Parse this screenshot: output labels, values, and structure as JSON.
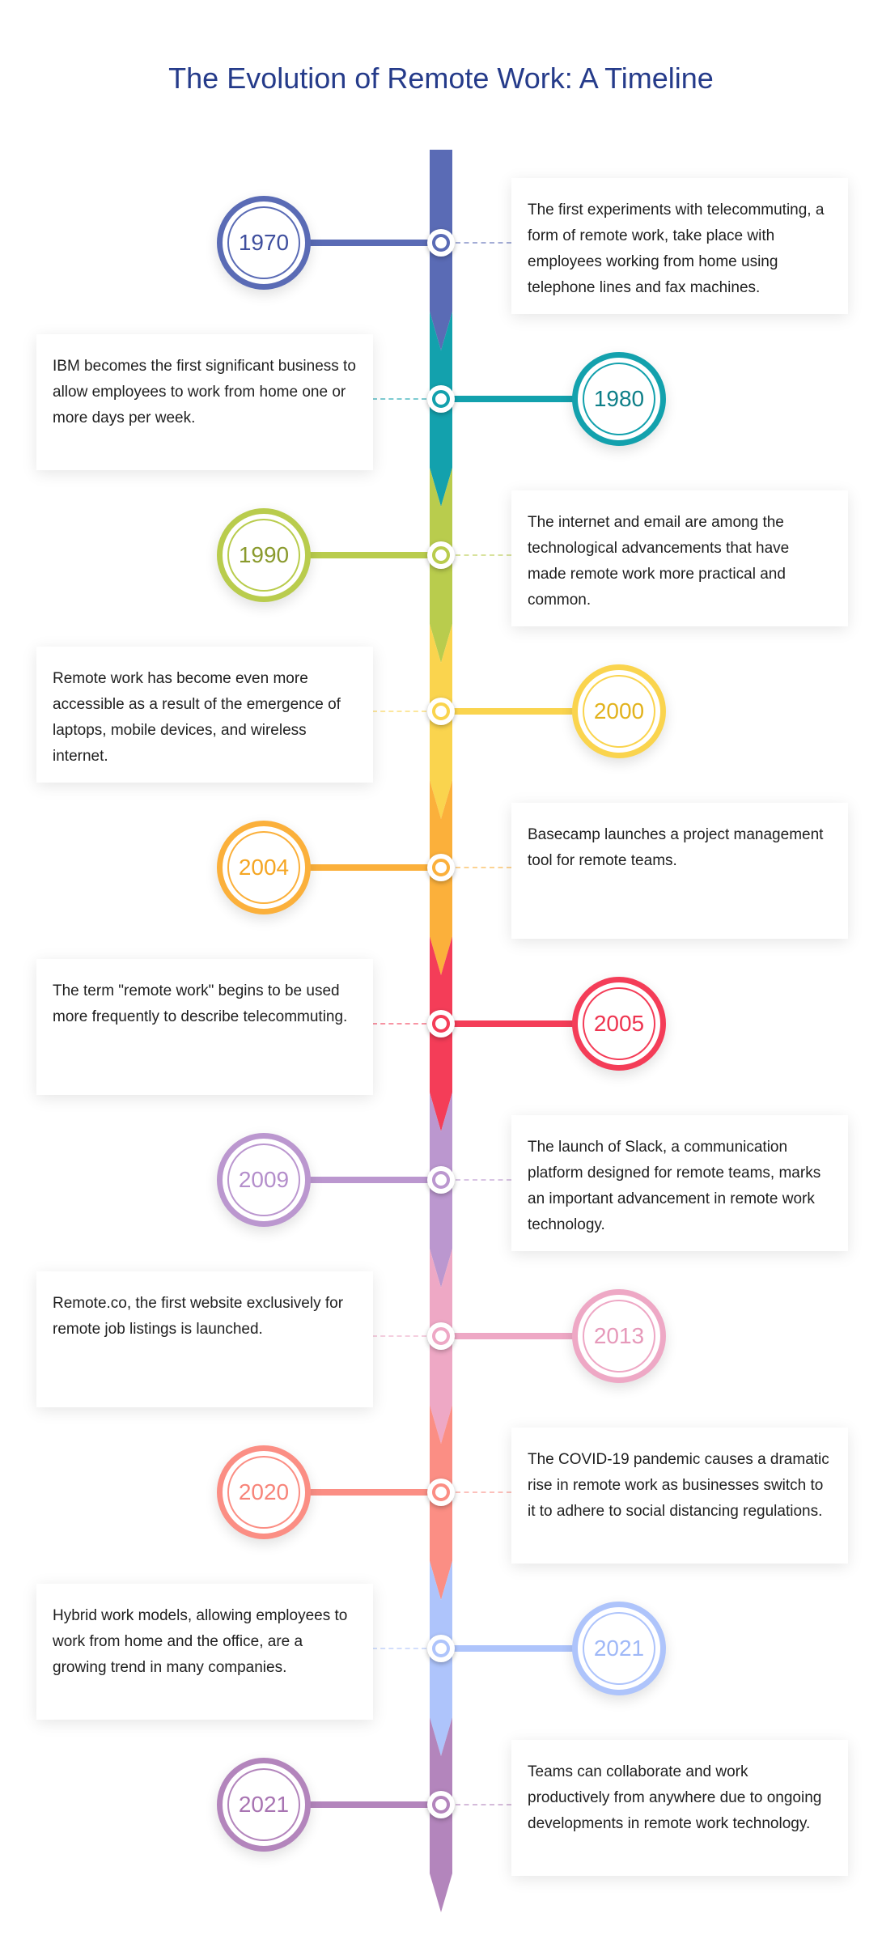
{
  "title": "The Evolution of Remote Work: A Timeline",
  "events": [
    {
      "year": "1970",
      "color": "#5a6bb5",
      "text_color": "#3f4f9e",
      "text": "The first experiments with telecommuting, a form of remote work, take place with employees working from home using telephone lines and fax machines."
    },
    {
      "year": "1980",
      "color": "#13a1ad",
      "text_color": "#0e7f88",
      "text": "IBM becomes the first significant business to allow employees to work from home one or more days per week."
    },
    {
      "year": "1990",
      "color": "#b9cc4d",
      "text_color": "#8a9a2d",
      "text": "The internet and email are among the technological advancements that have made remote work more practical and common."
    },
    {
      "year": "2000",
      "color": "#fad44e",
      "text_color": "#e2b21c",
      "text": "Remote work has become even more accessible as a result of the emergence of laptops, mobile devices, and wireless internet."
    },
    {
      "year": "2004",
      "color": "#fbb03b",
      "text_color": "#f5a623",
      "text": "Basecamp launches a project management tool for remote teams."
    },
    {
      "year": "2005",
      "color": "#f43d58",
      "text_color": "#ee3450",
      "text": "The term \"remote work\" begins to be used more frequently to describe telecommuting."
    },
    {
      "year": "2009",
      "color": "#bb97cf",
      "text_color": "#b48ecb",
      "text": "The launch of Slack, a communication platform designed for remote teams, marks an important advancement in remote work technology."
    },
    {
      "year": "2013",
      "color": "#eea8c5",
      "text_color": "#e699ba",
      "text": "Remote.co, the first website exclusively for remote job listings is launched."
    },
    {
      "year": "2020",
      "color": "#fb8e84",
      "text_color": "#f78479",
      "text": "The COVID-19 pandemic causes a dramatic rise in remote work as businesses switch to it to adhere to social distancing regulations."
    },
    {
      "year": "2021",
      "color": "#aec4fb",
      "text_color": "#9fb8f7",
      "text": "Hybrid work models, allowing employees to work from home and the office, are a growing trend in many companies."
    },
    {
      "year": "2021",
      "color": "#b385bc",
      "text_color": "#a874b2",
      "text": "Teams can collaborate and work productively from anywhere due to ongoing developments in remote work technology."
    }
  ]
}
